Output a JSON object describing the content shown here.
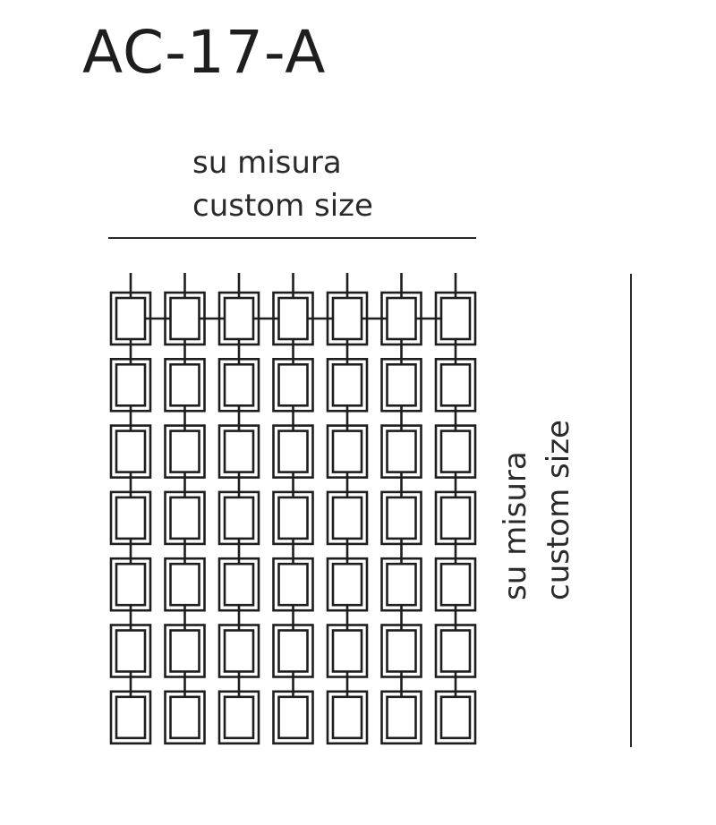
{
  "title": "AC-17-A",
  "width_dimension": {
    "line1": "su misura",
    "line2": "custom size"
  },
  "height_dimension": {
    "line1": "su misura",
    "line2": "custom size"
  },
  "pattern": {
    "columns": 7,
    "rows": 7,
    "stroke_color": "#1e1e1e"
  }
}
